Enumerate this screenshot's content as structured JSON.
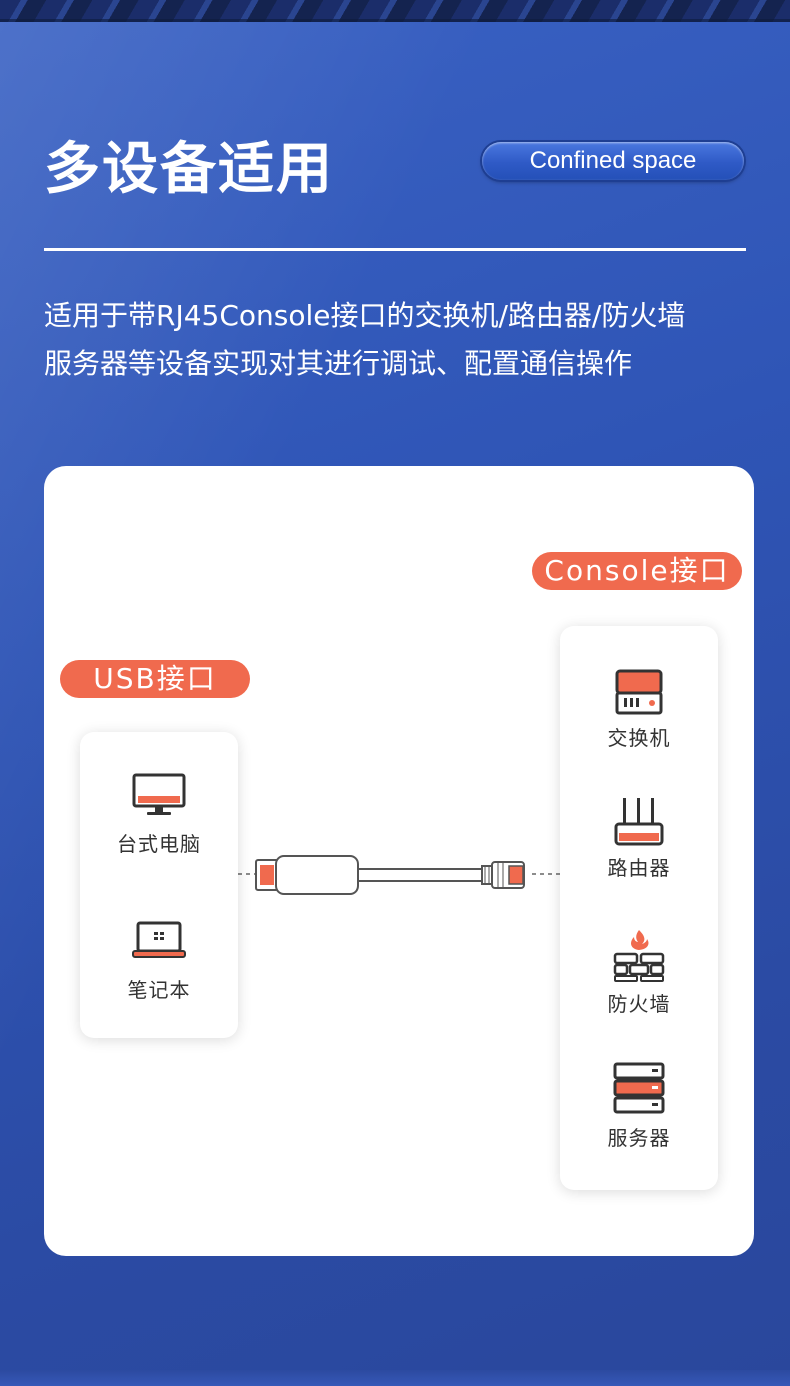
{
  "header": {
    "title": "多设备适用",
    "badge": "Confined space"
  },
  "description": {
    "line1": "适用于带RJ45Console接口的交换机/路由器/防火墙",
    "line2": "服务器等设备实现对其进行调试、配置通信操作"
  },
  "usb_group": {
    "tag": "USB接口",
    "devices": [
      {
        "label": "台式电脑",
        "icon": "desktop-monitor-icon"
      },
      {
        "label": "笔记本",
        "icon": "laptop-icon"
      }
    ]
  },
  "console_group": {
    "tag": "Console接口",
    "devices": [
      {
        "label": "交换机",
        "icon": "switch-icon"
      },
      {
        "label": "路由器",
        "icon": "router-icon"
      },
      {
        "label": "防火墙",
        "icon": "firewall-icon"
      },
      {
        "label": "服务器",
        "icon": "server-icon"
      }
    ]
  },
  "colors": {
    "background": "#2f55b6",
    "accent": "#f06a4e",
    "icon_dark": "#333333",
    "panel": "#ffffff"
  }
}
